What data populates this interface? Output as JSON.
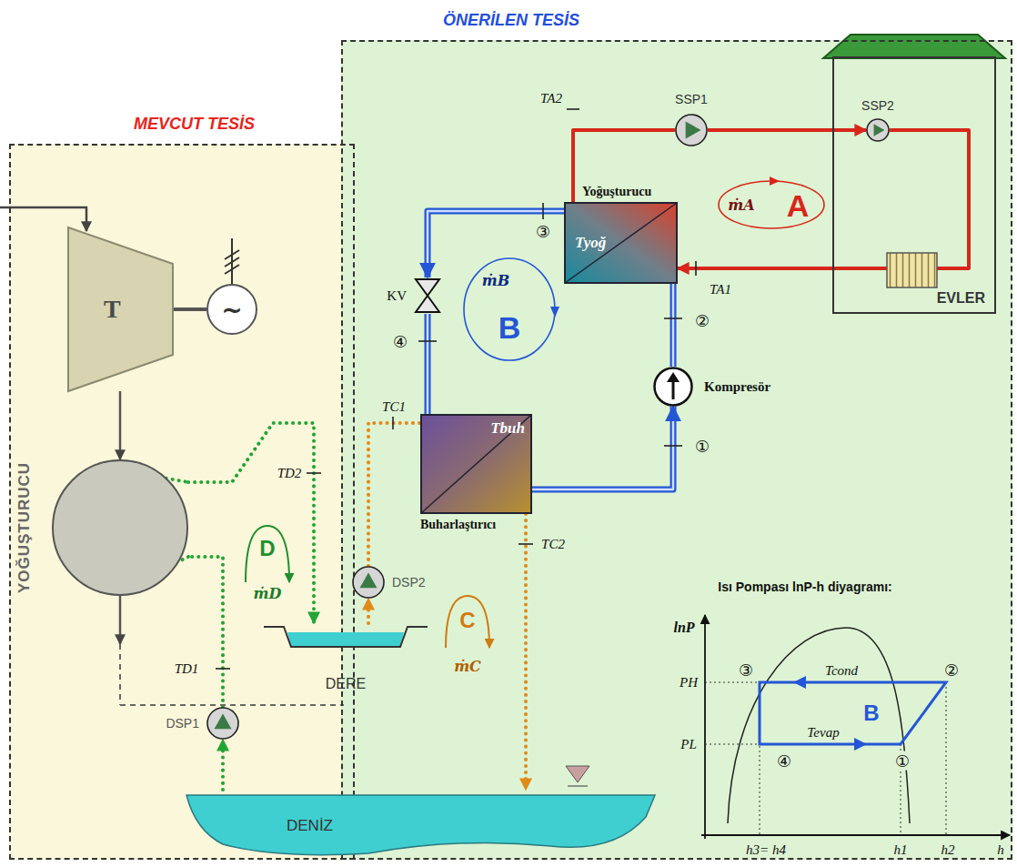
{
  "diagram": {
    "nodes": [
      {
        "text": [
          "MEVCUT TESİS"
        ]
      },
      {
        "text": [
          "T"
        ],
        "in": 0
      },
      {
        "text": [
          "~"
        ],
        "in": 0
      },
      {
        "text": [
          "YOĞUŞTURUCU"
        ],
        "in": 0
      },
      {
        "text": [
          "DSP1"
        ],
        "in": 0
      },
      {
        "text": [
          "ÖNERİLEN TESİS"
        ]
      },
      {
        "text": [
          "Yoğuşturucu",
          "Tyoğ"
        ],
        "in": 5
      },
      {
        "text": [
          "KV"
        ],
        "in": 5
      },
      {
        "text": [
          "Buharlaştırıcı",
          "Tbuh"
        ],
        "in": 5
      },
      {
        "text": [
          "Kompresör"
        ],
        "in": 5
      },
      {
        "text": [
          "SSP1"
        ],
        "in": 5
      },
      {
        "text": [
          "EVLER"
        ],
        "in": 5
      },
      {
        "text": [
          "SSP2"
        ],
        "in": 11
      },
      {
        "text": [
          "DSP2"
        ],
        "in": 5
      },
      {
        "text": [
          "DERE"
        ]
      },
      {
        "text": [
          "DENİZ"
        ]
      }
    ],
    "edges": [
      {
        "from": 1,
        "to": 3,
        "arrow": "to"
      },
      {
        "from": 1,
        "to": 2,
        "arrow": "none"
      },
      {
        "from": 4,
        "to": 3,
        "arrow": "none"
      },
      {
        "from": 3,
        "to": 14,
        "arrow": "to"
      },
      {
        "from": 15,
        "to": 4,
        "arrow": "to"
      },
      {
        "from": 6,
        "to": 10,
        "arrow": "none"
      },
      {
        "from": 10,
        "to": 12,
        "arrow": "to"
      },
      {
        "from": 12,
        "to": 6,
        "arrow": "to"
      },
      {
        "from": 6,
        "to": 7,
        "arrow": "to"
      },
      {
        "from": 7,
        "to": 8,
        "arrow": "none"
      },
      {
        "from": 8,
        "to": 9,
        "arrow": "to"
      },
      {
        "from": 9,
        "to": 6,
        "arrow": "none"
      },
      {
        "from": 14,
        "to": 13,
        "arrow": "to"
      },
      {
        "from": 13,
        "to": 8,
        "arrow": "none"
      },
      {
        "from": 8,
        "to": 15,
        "arrow": "to"
      }
    ],
    "labels": [
      "TA2",
      "TA1",
      "③",
      "④",
      "②",
      "①",
      "ṁA",
      "A",
      "ṁB",
      "B",
      "TC1",
      "TC2",
      "TD2",
      "TD1",
      "D",
      "ṁD",
      "C",
      "ṁC",
      "Isı Pompası lnP-h diyagramı:",
      "lnP",
      "PH",
      "PL",
      "Tcond",
      "Tevap",
      "B",
      "③",
      "②",
      "④",
      "①",
      "h3= h4",
      "h1",
      "h2",
      "h"
    ]
  }
}
